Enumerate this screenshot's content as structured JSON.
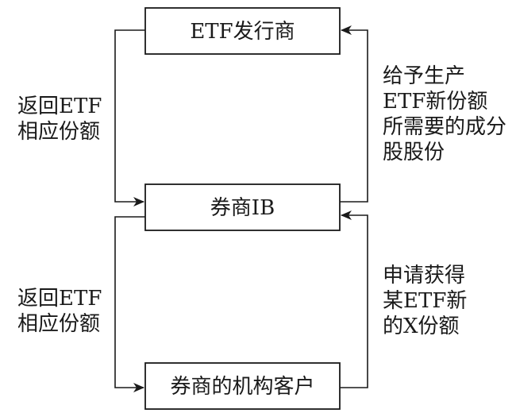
{
  "boxes": {
    "issuer": "ETF发行商",
    "broker": "券商IB",
    "client": "券商的机构客户"
  },
  "labels": {
    "top_left": [
      "返回ETF",
      "相应份额"
    ],
    "top_right": [
      "给予生产",
      "ETF新份额",
      "所需要的成分",
      "股股份"
    ],
    "bottom_left": [
      "返回ETF",
      "相应份额"
    ],
    "bottom_right": [
      "申请获得",
      "某ETF新",
      "的X份额"
    ]
  }
}
